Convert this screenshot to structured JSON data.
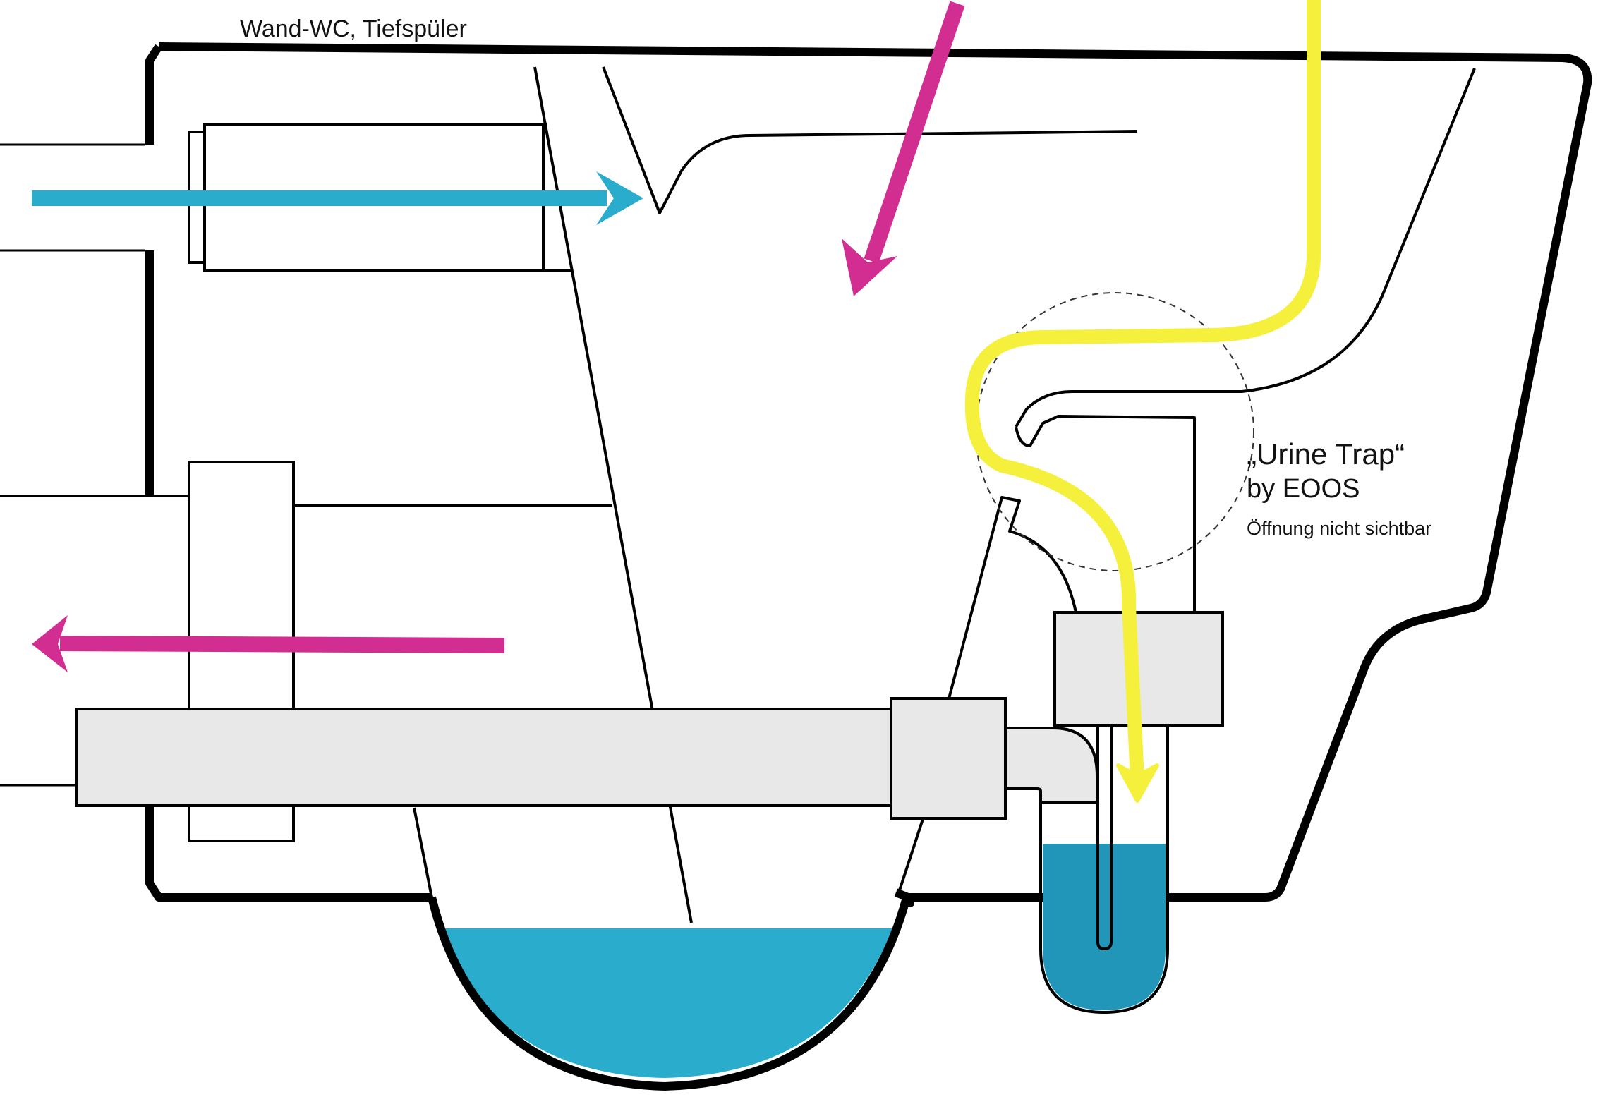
{
  "diagram": {
    "title": "Wand-WC, Tiefspüler",
    "urine_trap": {
      "title": "„Urine Trap“",
      "by_line": "by EOOS",
      "note": "Öffnung nicht sichtbar"
    },
    "colors": {
      "water": "#2aaccd",
      "water_trap": "#2196b8",
      "flush_arrow": "#2aaccd",
      "feces_arrow": "#d22e92",
      "urine_arrow": "#f5f03c",
      "pipe_fill": "#e8e8e8",
      "outline": "#000000"
    }
  }
}
